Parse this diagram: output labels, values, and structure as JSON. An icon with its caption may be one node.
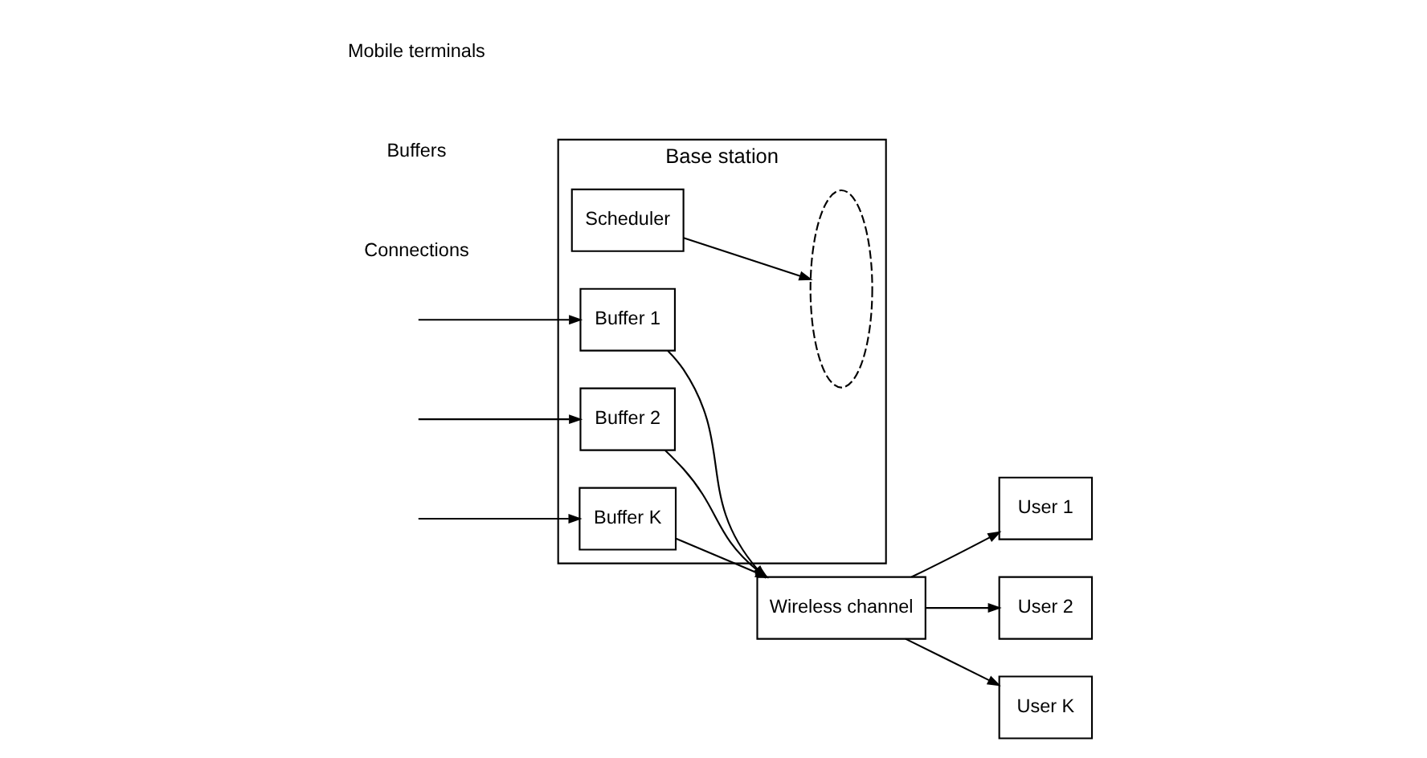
{
  "diagram": {
    "nodes": [
      {
        "text": [
          "Base station"
        ]
      },
      {
        "text": [
          "Buffer 1"
        ],
        "in": 0
      },
      {
        "text": [
          "Buffer 2"
        ],
        "in": 0
      },
      {
        "text": [
          "Buffer K"
        ],
        "in": 0
      },
      {
        "text": [],
        "shape": "ellipse",
        "in": 0
      },
      {
        "text": [
          "Scheduler"
        ],
        "in": 0
      },
      {
        "text": [
          "Wireless channel"
        ]
      },
      {
        "text": [
          "User 1"
        ]
      },
      {
        "text": [
          "User 2"
        ]
      },
      {
        "text": [
          "User K"
        ]
      }
    ],
    "edges": [
      {
        "from": null,
        "to": 1,
        "arrow": "to"
      },
      {
        "from": null,
        "to": 2,
        "arrow": "to"
      },
      {
        "from": null,
        "to": 3,
        "arrow": "to"
      },
      {
        "from": 1,
        "to": 6,
        "arrow": "to"
      },
      {
        "from": 2,
        "to": 6,
        "arrow": "to"
      },
      {
        "from": 3,
        "to": 6,
        "arrow": "to"
      },
      {
        "from": 5,
        "to": 4,
        "arrow": "to"
      },
      {
        "from": 6,
        "to": 7,
        "arrow": "to"
      },
      {
        "from": 6,
        "to": 8,
        "arrow": "to"
      },
      {
        "from": 6,
        "to": 9,
        "arrow": "to"
      }
    ],
    "labels": [
      "Connections",
      "Buffers",
      "Mobile terminals"
    ]
  }
}
